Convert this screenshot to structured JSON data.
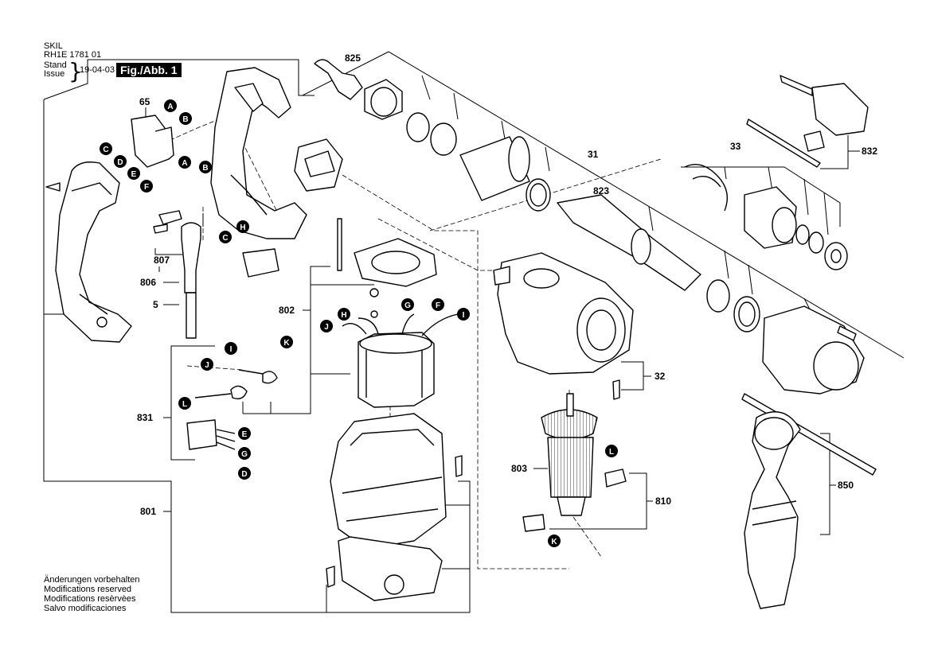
{
  "header": {
    "brand": "SKIL",
    "model": "RH1E 1781 01",
    "stand_label": "Stand",
    "issue_label": "Issue",
    "date": "19-04-03",
    "figure": "Fig./Abb. 1"
  },
  "footer_notes": [
    "Änderungen vorbehalten",
    "Modifications reserved",
    "Modifications resèrvèes",
    "Salvo modificaciones"
  ],
  "part_labels": [
    "825",
    "65",
    "31",
    "823",
    "33",
    "832",
    "807",
    "806",
    "5",
    "802",
    "831",
    "801",
    "32",
    "803",
    "810",
    "850"
  ],
  "connector_labels": [
    "A",
    "B",
    "C",
    "D",
    "E",
    "F",
    "A",
    "B",
    "C",
    "H",
    "G",
    "F",
    "H",
    "I",
    "J",
    "K",
    "I",
    "J",
    "L",
    "E",
    "G",
    "D",
    "L",
    "K"
  ]
}
